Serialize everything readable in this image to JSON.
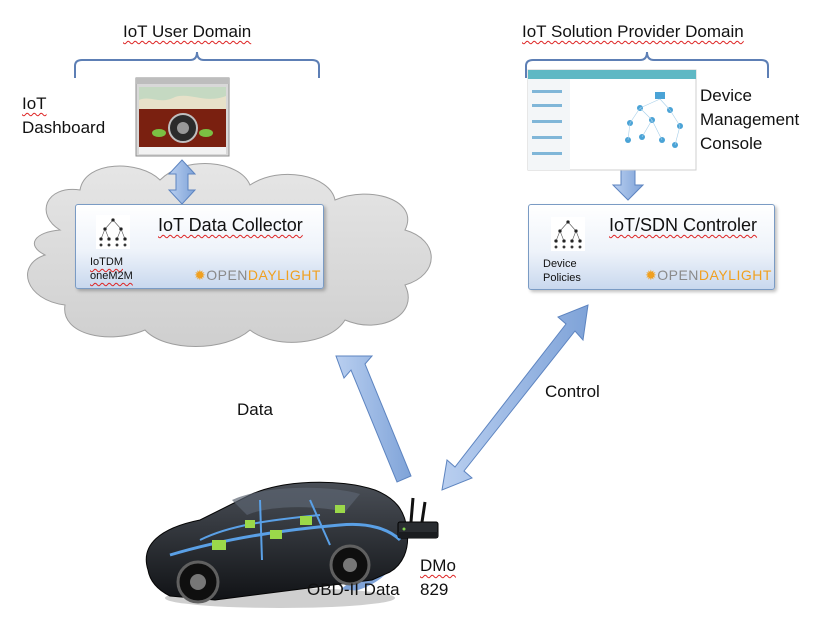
{
  "user_domain": {
    "title": "IoT User Domain"
  },
  "provider_domain": {
    "title": "IoT Solution Provider Domain"
  },
  "dashboard": {
    "line1": "IoT",
    "line2": "Dashboard"
  },
  "device_console": {
    "line1": "Device",
    "line2": "Management",
    "line3": "Console"
  },
  "data_collector": {
    "title": "IoT Data Collector",
    "sub1": "IoTDM",
    "sub2": "oneM2M",
    "logo_a": "OPEN",
    "logo_b": "DAYLIGHT"
  },
  "sdn_controller": {
    "title": "IoT/SDN Controler",
    "sub1": "Device",
    "sub2": "Policies",
    "logo_a": "OPEN",
    "logo_b": "DAYLIGHT"
  },
  "links": {
    "data": "Data",
    "control": "Control",
    "obd": "OBD-II Data"
  },
  "device": {
    "line1": "DMo",
    "line2": "829"
  },
  "colors": {
    "arrow": "#8fb1e0",
    "arrow_stroke": "#5d84c0",
    "cloud": "#dcdcdc",
    "box_border": "#7a9bc4"
  }
}
